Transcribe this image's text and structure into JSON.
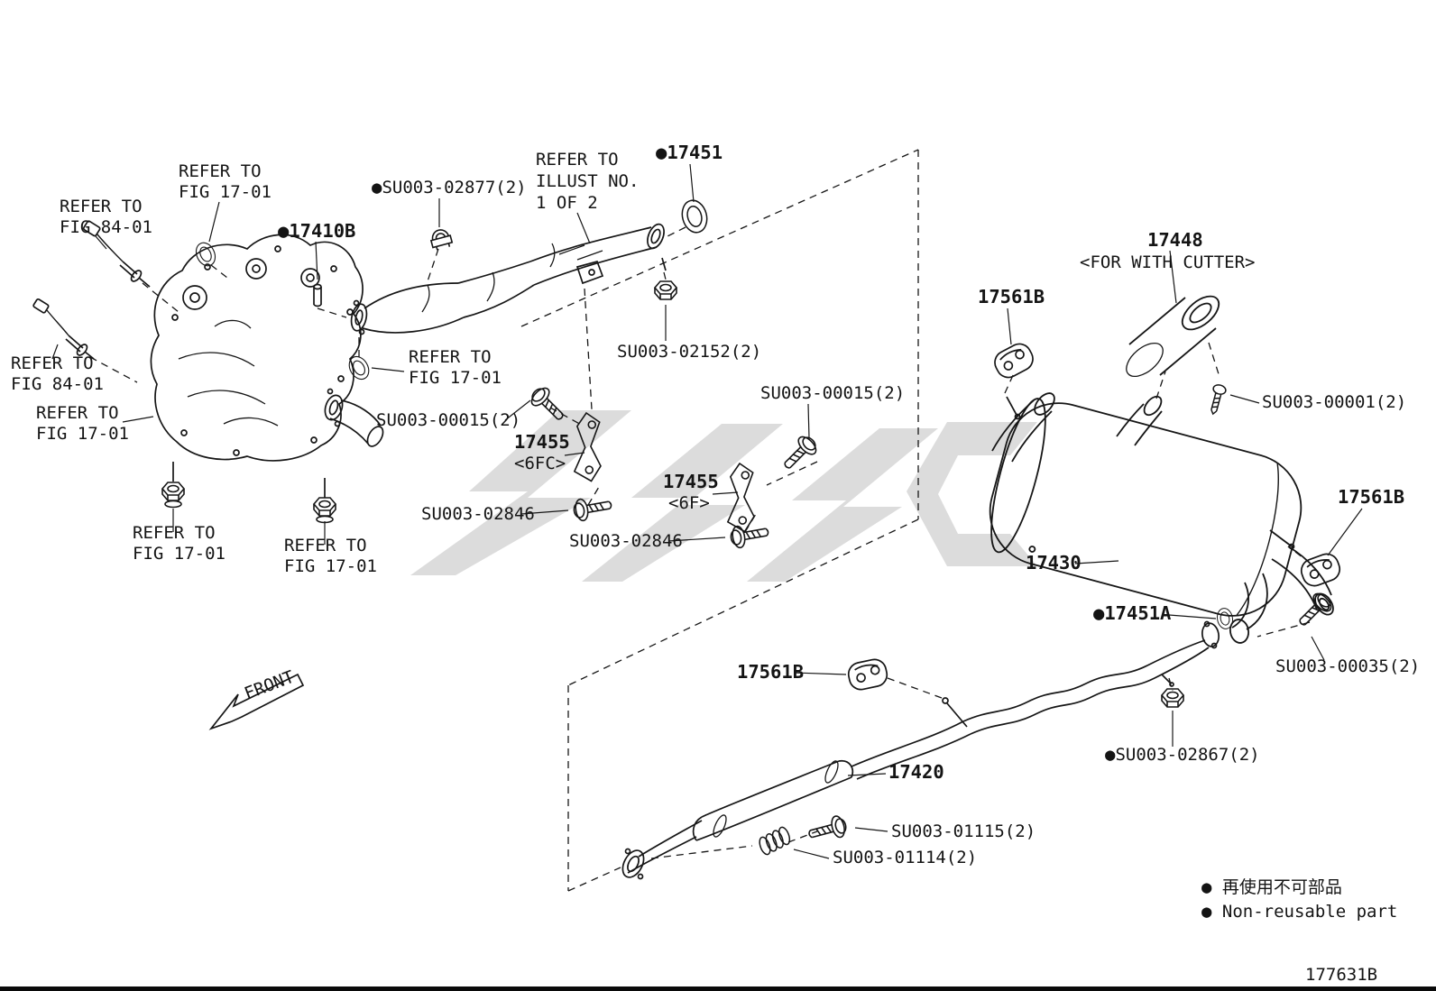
{
  "figure_code": "177631B",
  "front_label": "FRONT",
  "refs": {
    "refer_to": "REFER TO",
    "fig_17_01": "FIG 17-01",
    "fig_84_01": "FIG 84-01",
    "illust_no": "ILLUST NO.",
    "one_of_2": "1 OF 2"
  },
  "parts": {
    "su003_02877": "●SU003-02877(2)",
    "p17410b": "●17410B",
    "p17451": "●17451",
    "p17448": "17448",
    "for_with_cutter": "<FOR WITH CUTTER>",
    "p17561b": "17561B",
    "su003_02152": "SU003-02152(2)",
    "su003_00015": "SU003-00015(2)",
    "p17455": "17455",
    "spec_6fc": "<6FC>",
    "spec_6f": "<6F>",
    "su003_02846": "SU003-02846",
    "su003_00001": "SU003-00001(2)",
    "p17430": "17430",
    "p17451a": "●17451A",
    "su003_00035": "SU003-00035(2)",
    "su003_02867": "●SU003-02867(2)",
    "p17420": "17420",
    "su003_01115": "SU003-01115(2)",
    "su003_01114": "SU003-01114(2)"
  },
  "legend": {
    "jp": "● 再使用不可部品",
    "en": "● Non-reusable part"
  }
}
